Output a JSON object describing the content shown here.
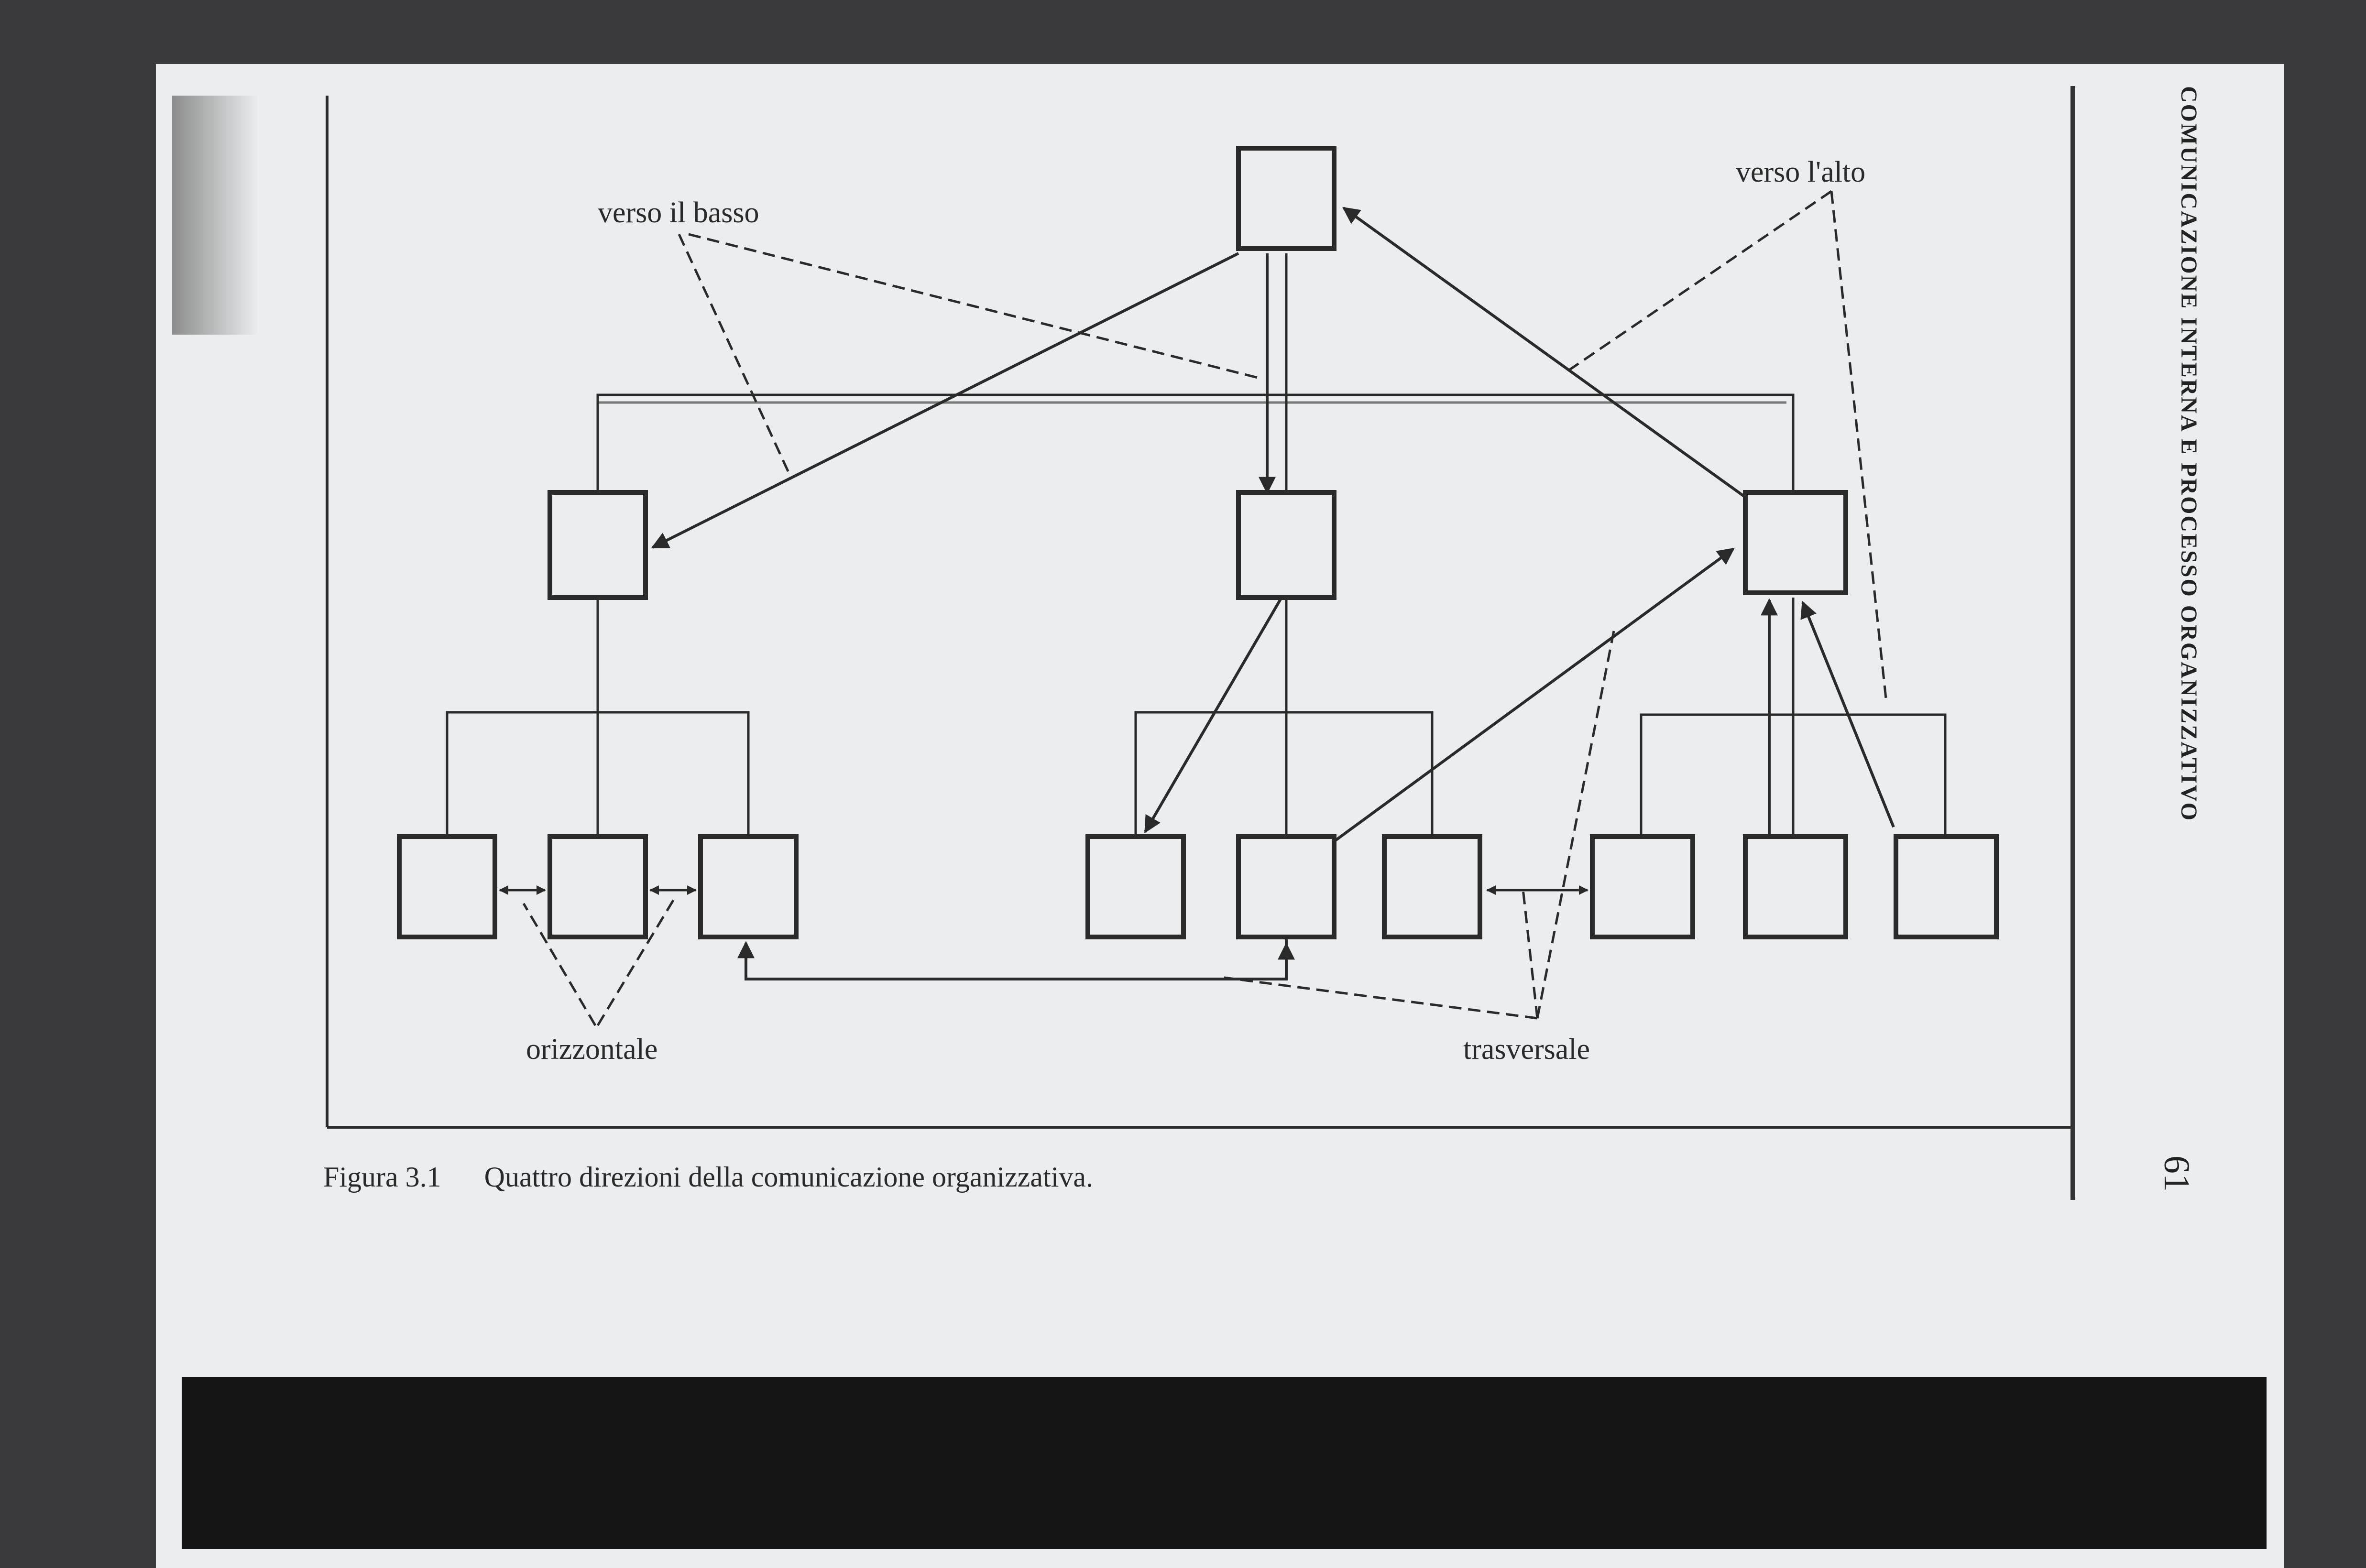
{
  "figure": {
    "labels": {
      "down": "verso il basso",
      "up": "verso l'alto",
      "horizontal": "orizzontale",
      "transverse": "trasversale"
    },
    "caption_number": "Figura 3.1",
    "caption_text": "Quattro direzioni della comunicazione organizzativa."
  },
  "page": {
    "running_head": "COMUNICAZIONE INTERNA E PROCESSO ORGANIZZATIVO",
    "number": "61"
  },
  "colors": {
    "paper": "#ecedee",
    "ink": "#2a2a2a",
    "background": "#3a3a3c"
  }
}
